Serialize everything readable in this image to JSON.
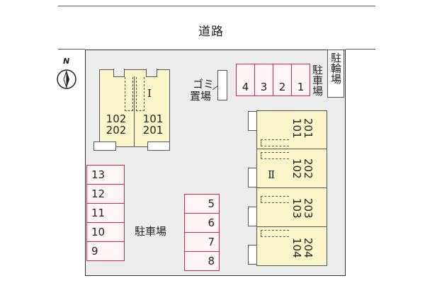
{
  "road": {
    "label": "道路"
  },
  "compass": {
    "label": "N"
  },
  "building_1": {
    "name": "Ⅰ",
    "units": [
      {
        "top": "102",
        "bottom": "202"
      },
      {
        "top": "101",
        "bottom": "201"
      }
    ]
  },
  "building_2": {
    "name": "Ⅱ",
    "units": [
      {
        "a": "201",
        "b": "101"
      },
      {
        "a": "202",
        "b": "102"
      },
      {
        "a": "203",
        "b": "103"
      },
      {
        "a": "204",
        "b": "104"
      }
    ]
  },
  "garbage": {
    "line1": "ゴミ",
    "line2": "置場"
  },
  "bicycle_parking": {
    "label": "駐輪場"
  },
  "parking_top": {
    "label": "駐車場",
    "spots": [
      "4",
      "3",
      "2",
      "1"
    ]
  },
  "parking_left": {
    "spots": [
      "13",
      "12",
      "11",
      "10",
      "9"
    ]
  },
  "parking_center": {
    "spots": [
      "5",
      "6",
      "7",
      "8"
    ]
  },
  "parking_main_label": "駐車場",
  "colors": {
    "building": "#fbf6c9",
    "parking_border": "#d6274a",
    "site": "#ececec"
  }
}
